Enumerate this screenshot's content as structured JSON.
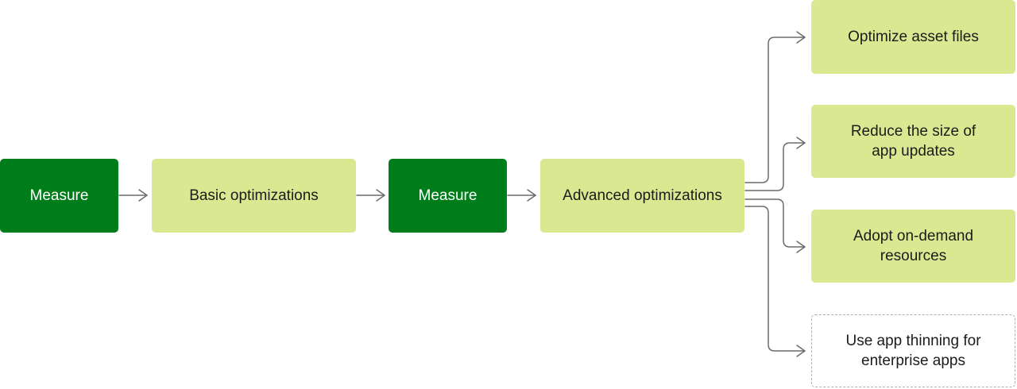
{
  "colors": {
    "measure_fill": "#007d1b",
    "optimization_fill": "#d9e891",
    "connector": "#6b6b6b",
    "dashed_border": "#b0b0b0"
  },
  "flow": {
    "measure_1": "Measure",
    "basic_optimizations": "Basic optimizations",
    "measure_2": "Measure",
    "advanced_optimizations": "Advanced optimizations"
  },
  "branches": {
    "optimize_asset_files": "Optimize asset files",
    "reduce_app_updates": "Reduce the size of\napp updates",
    "adopt_on_demand_resources": "Adopt on-demand\nresources",
    "app_thinning_enterprise": "Use app thinning for\nenterprise apps"
  }
}
